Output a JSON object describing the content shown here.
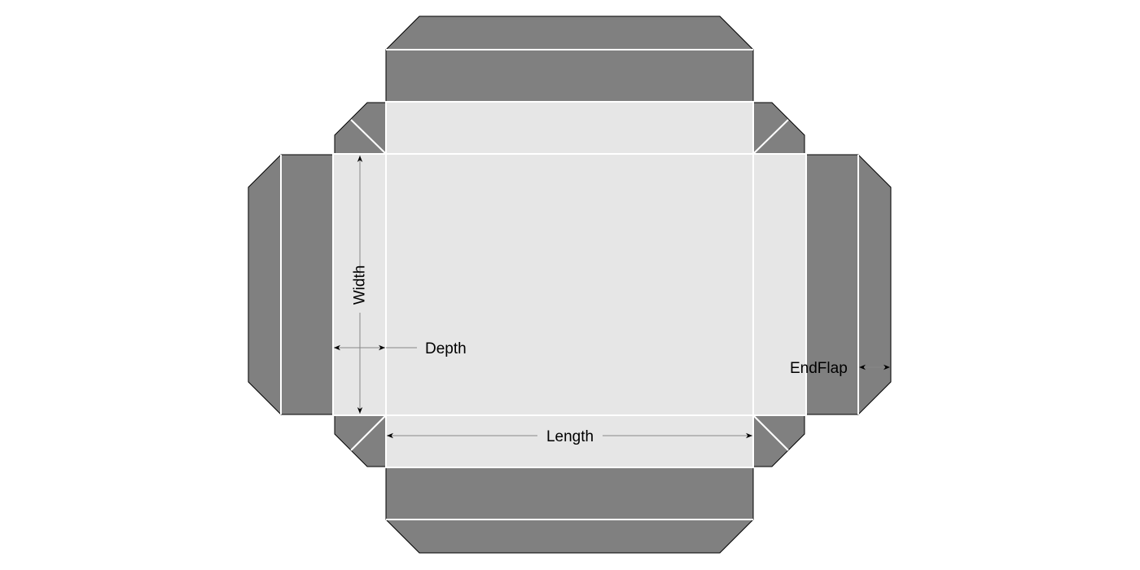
{
  "diagram": {
    "labels": {
      "width": "Width",
      "depth": "Depth",
      "length": "Length",
      "end_flap": "EndFlap"
    },
    "colors": {
      "flap": "#808080",
      "panel": "#e6e6e6",
      "fold_line": "#ffffff",
      "dimension_line": "#888888",
      "outline": "#000000"
    }
  }
}
